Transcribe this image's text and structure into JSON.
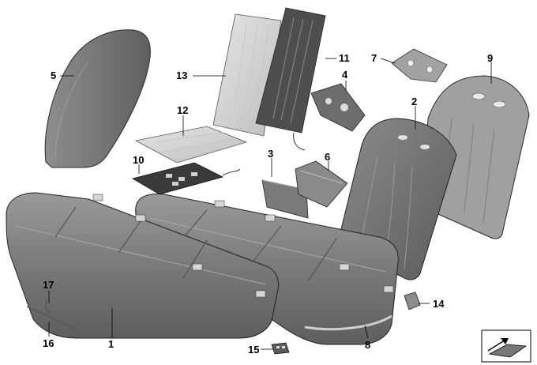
{
  "diagram": {
    "callouts": [
      {
        "id": "c1",
        "label": "1"
      },
      {
        "id": "c2",
        "label": "2"
      },
      {
        "id": "c3",
        "label": "3"
      },
      {
        "id": "c4",
        "label": "4"
      },
      {
        "id": "c5",
        "label": "5"
      },
      {
        "id": "c6",
        "label": "6"
      },
      {
        "id": "c7",
        "label": "7"
      },
      {
        "id": "c8",
        "label": "8"
      },
      {
        "id": "c9",
        "label": "9"
      },
      {
        "id": "c10",
        "label": "10"
      },
      {
        "id": "c11",
        "label": "11"
      },
      {
        "id": "c12",
        "label": "12"
      },
      {
        "id": "c13",
        "label": "13"
      },
      {
        "id": "c14",
        "label": "14"
      },
      {
        "id": "c15",
        "label": "15"
      },
      {
        "id": "c16",
        "label": "16"
      },
      {
        "id": "c17",
        "label": "17"
      }
    ],
    "colors": {
      "background": "#ffffff",
      "part_fill": "#b7b7b7",
      "part_dark": "#6e6e6e",
      "outline": "#2a2a2a",
      "leader": "#000000"
    },
    "icons": [
      "view-direction-arrow-icon"
    ]
  }
}
